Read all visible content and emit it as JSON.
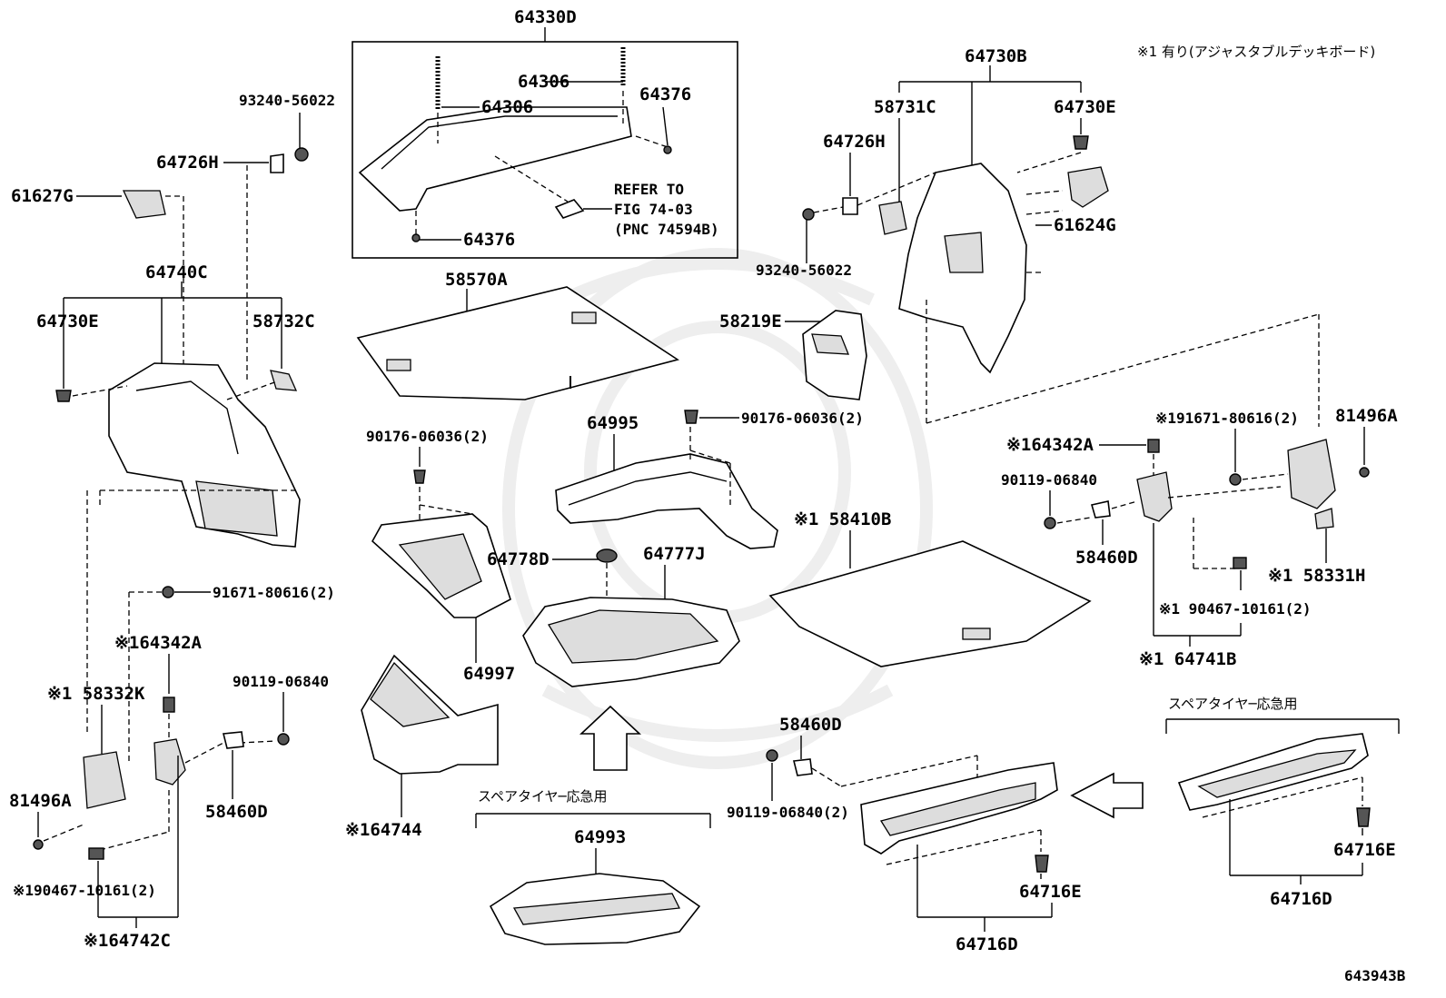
{
  "note": "※1 有り(アジャスタブルデッキボード)",
  "figure_id": "643943B",
  "box_title": "64330D",
  "refer": [
    "REFER TO",
    "FIG 74-03",
    "(PNC 74594B)"
  ],
  "group_headers": {
    "spare_center": "スペアタイヤ─応急用",
    "spare_right": "スペアタイヤ─応急用"
  },
  "labels": {
    "p64306a": "64306",
    "p64306b": "64306",
    "p64376a": "64376",
    "p64376b": "64376",
    "p93240a": "93240-56022",
    "p64726Ha": "64726H",
    "p61627G": "61627G",
    "p64740C": "64740C",
    "p64730Ea": "64730E",
    "p58732C": "58732C",
    "p58570A": "58570A",
    "p64730B": "64730B",
    "p58731C": "58731C",
    "p64730Eb": "64730E",
    "p64726Hb": "64726H",
    "p61624G": "61624G",
    "p93240b": "93240-56022",
    "p58219E": "58219E",
    "p81496Aa": "81496A",
    "p91671a": "※191671-80616(2)",
    "p64342Aa": "※164342A",
    "p90119a": "90119-06840",
    "p58460Da": "58460D",
    "p58331H": "※1 58331H",
    "p90467a": "※1 90467-10161(2)",
    "p64741B": "※1 64741B",
    "p90176a": "90176-06036(2)",
    "p90176b": "90176-06036(2)",
    "p64995": "64995",
    "p58410B": "※1 58410B",
    "p64778D": "64778D",
    "p64777J": "64777J",
    "p64997": "64997",
    "p91671b": "91671-80616(2)",
    "p64342Ab": "※164342A",
    "p90119b": "90119-06840",
    "p58332K": "※1 58332K",
    "p81496Ab": "81496A",
    "p58460Db": "58460D",
    "p90467b": "※190467-10161(2)",
    "p64742C": "※164742C",
    "p64744": "※164744",
    "p64993": "64993",
    "p58460Dc": "58460D",
    "p90119c": "90119-06840(2)",
    "p64716Ea": "64716E",
    "p64716Da": "64716D",
    "p64716Eb": "64716E",
    "p64716Db": "64716D"
  }
}
